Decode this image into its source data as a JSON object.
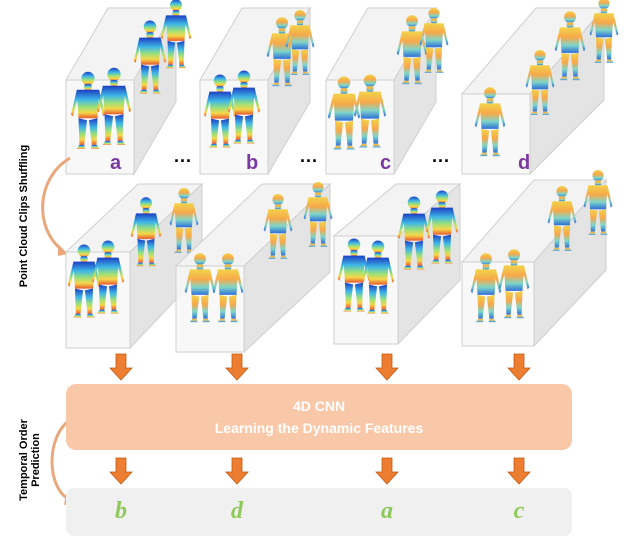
{
  "side_labels": {
    "shuffling": "Point Cloud Clips Shuffling",
    "order_line1": "Temporal Order",
    "order_line2": "Prediction"
  },
  "clips": {
    "letters": [
      "a",
      "b",
      "c",
      "d"
    ],
    "ellipsis": "..."
  },
  "cnn": {
    "title": "4D CNN",
    "subtitle": "Learning the Dynamic Features"
  },
  "predictions": [
    "b",
    "d",
    "a",
    "c"
  ],
  "colors": {
    "cnn_box": "#f8c8a8",
    "arrow": "#ed7d31",
    "prediction_text": "#8ec95a",
    "clip_letter": "#7a3aa0",
    "prediction_box": "#f0f0f0"
  }
}
